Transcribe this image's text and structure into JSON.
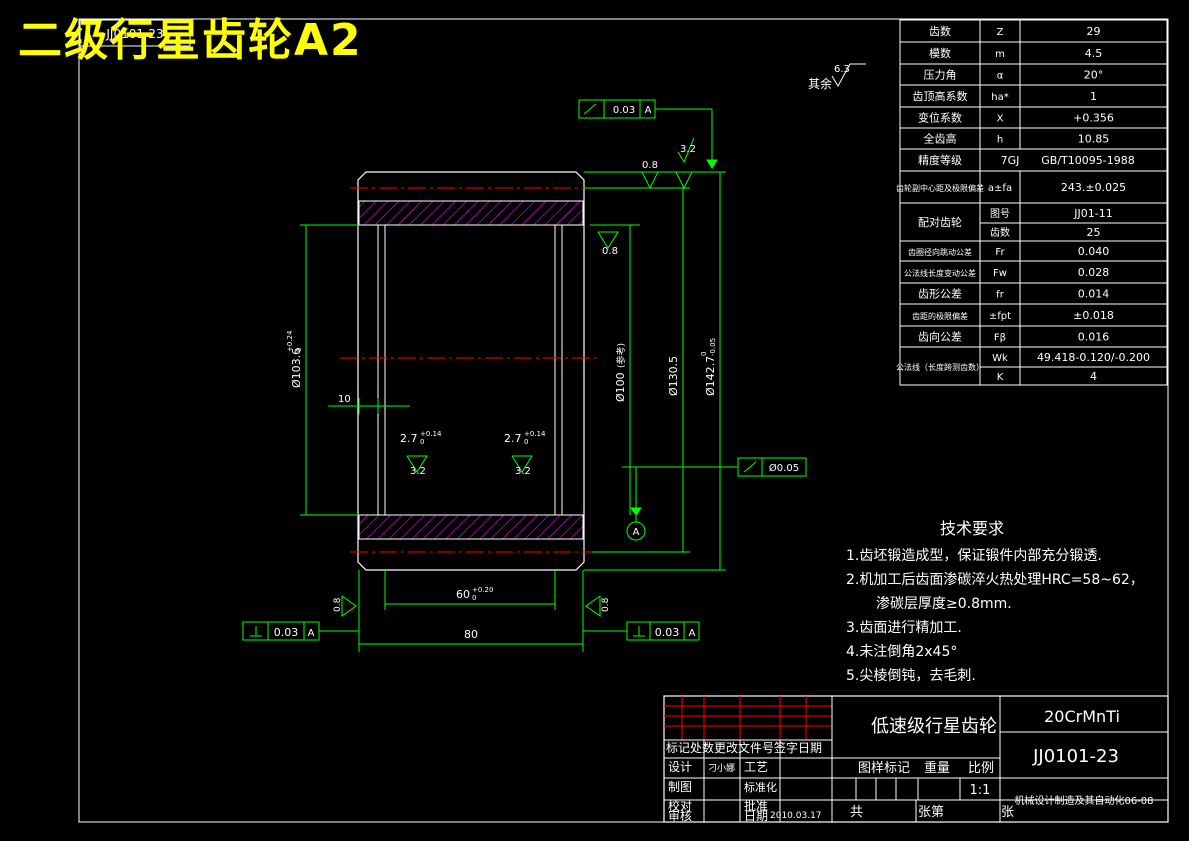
{
  "overlay_title": "二级行星齿轮A2",
  "corner_code": "JJ0101-23",
  "colors": {
    "background": "#000000",
    "outline": "#00ff00",
    "hatch": "#ff00ff",
    "centerline": "#ff0000",
    "title_text": "#ffff00",
    "table_text": "#ffffff",
    "table_lines": "#ffffff"
  },
  "roughness_other": {
    "label": "其余",
    "value": "6.3"
  },
  "param_table": [
    {
      "name": "齿数",
      "symbol": "Z",
      "value": "29"
    },
    {
      "name": "模数",
      "symbol": "m",
      "value": "4.5"
    },
    {
      "name": "压力角",
      "symbol": "α",
      "value": "20°"
    },
    {
      "name": "齿顶高系数",
      "symbol": "ha*",
      "value": "1"
    },
    {
      "name": "变位系数",
      "symbol": "X",
      "value": "+0.356"
    },
    {
      "name": "全齿高",
      "symbol": "h",
      "value": "10.85"
    },
    {
      "name": "精度等级",
      "symbol": "7GJ",
      "value": "GB/T10095-1988"
    },
    {
      "name": "齿轮副中心距及极限偏差",
      "symbol": "a±fa",
      "value": "243.±0.025"
    },
    {
      "name": "配对齿轮",
      "symbol": "图号",
      "value": "JJ01-11"
    },
    {
      "name": "",
      "symbol": "齿数",
      "value": "25"
    },
    {
      "name": "齿圈径向跳动公差",
      "symbol": "Fr",
      "value": "0.040"
    },
    {
      "name": "公法线长度变动公差",
      "symbol": "Fw",
      "value": "0.028"
    },
    {
      "name": "齿形公差",
      "symbol": "fr",
      "value": "0.014"
    },
    {
      "name": "齿距的极限偏差",
      "symbol": "±fpt",
      "value": "±0.018"
    },
    {
      "name": "齿向公差",
      "symbol": "Fβ",
      "value": "0.016"
    },
    {
      "name": "公法线（长度跨测齿数）",
      "symbol": "Wk",
      "value": "49.418-0.120/-0.200"
    },
    {
      "name": "",
      "symbol": "K",
      "value": "4"
    }
  ],
  "dimensions": {
    "runout_top": "0.03",
    "runout_top_datum": "A",
    "roughness_08": "0.8",
    "roughness_32": "3.2",
    "bore_dia": "Ø103.6",
    "bore_tol_upper": "+0.24",
    "bore_tol_lower": "0",
    "root_dia": "Ø100",
    "root_dia_note": "(参考)",
    "pitch_dia": "Ø130.5",
    "outer_dia": "Ø142.7",
    "outer_tol_upper": "0",
    "outer_tol_lower": "-0.05",
    "groove_offset": "10",
    "groove_width_left": "2.7",
    "groove_width_right": "2.7",
    "groove_tol_upper": "+0.14",
    "groove_tol_lower": "0",
    "runout_right": "Ø0.05",
    "datum_label": "A",
    "inner_width": "60",
    "inner_width_tol_upper": "+0.20",
    "inner_width_tol_lower": "0",
    "total_width": "80",
    "perp_left": "0.03",
    "perp_left_datum": "A",
    "perp_right": "0.03",
    "perp_right_datum": "A"
  },
  "tech_requirements": {
    "title": "技术要求",
    "items": [
      "1.齿坯锻造成型，保证锻件内部充分锻透.",
      "2.机加工后齿面渗碳淬火热处理HRC=58~62，",
      "渗碳层厚度≥0.8mm.",
      "3.齿面进行精加工.",
      "4.未注倒角2x45°",
      "5.尖棱倒钝，去毛刺."
    ]
  },
  "title_block": {
    "part_name": "低速级行星齿轮",
    "material": "20CrMnTi",
    "drawing_no": "JJ0101-23",
    "header_row": "标记处数更改文件号签字日期",
    "label_design": "设计",
    "designer": "刁小娜",
    "label_standard": "标准化",
    "label_draw": "制图",
    "label_check": "校对",
    "label_review": "审核",
    "label_process": "工艺",
    "label_approve": "批准",
    "label_date": "日期",
    "date": "2010.03.17",
    "label_stage": "图样标记",
    "label_weight": "重量",
    "label_scale": "比例",
    "scale": "1:1",
    "label_total": "共",
    "label_sheet": "张第",
    "label_sheet_end": "张",
    "school": "机械设计制造及其自动化06-08"
  }
}
